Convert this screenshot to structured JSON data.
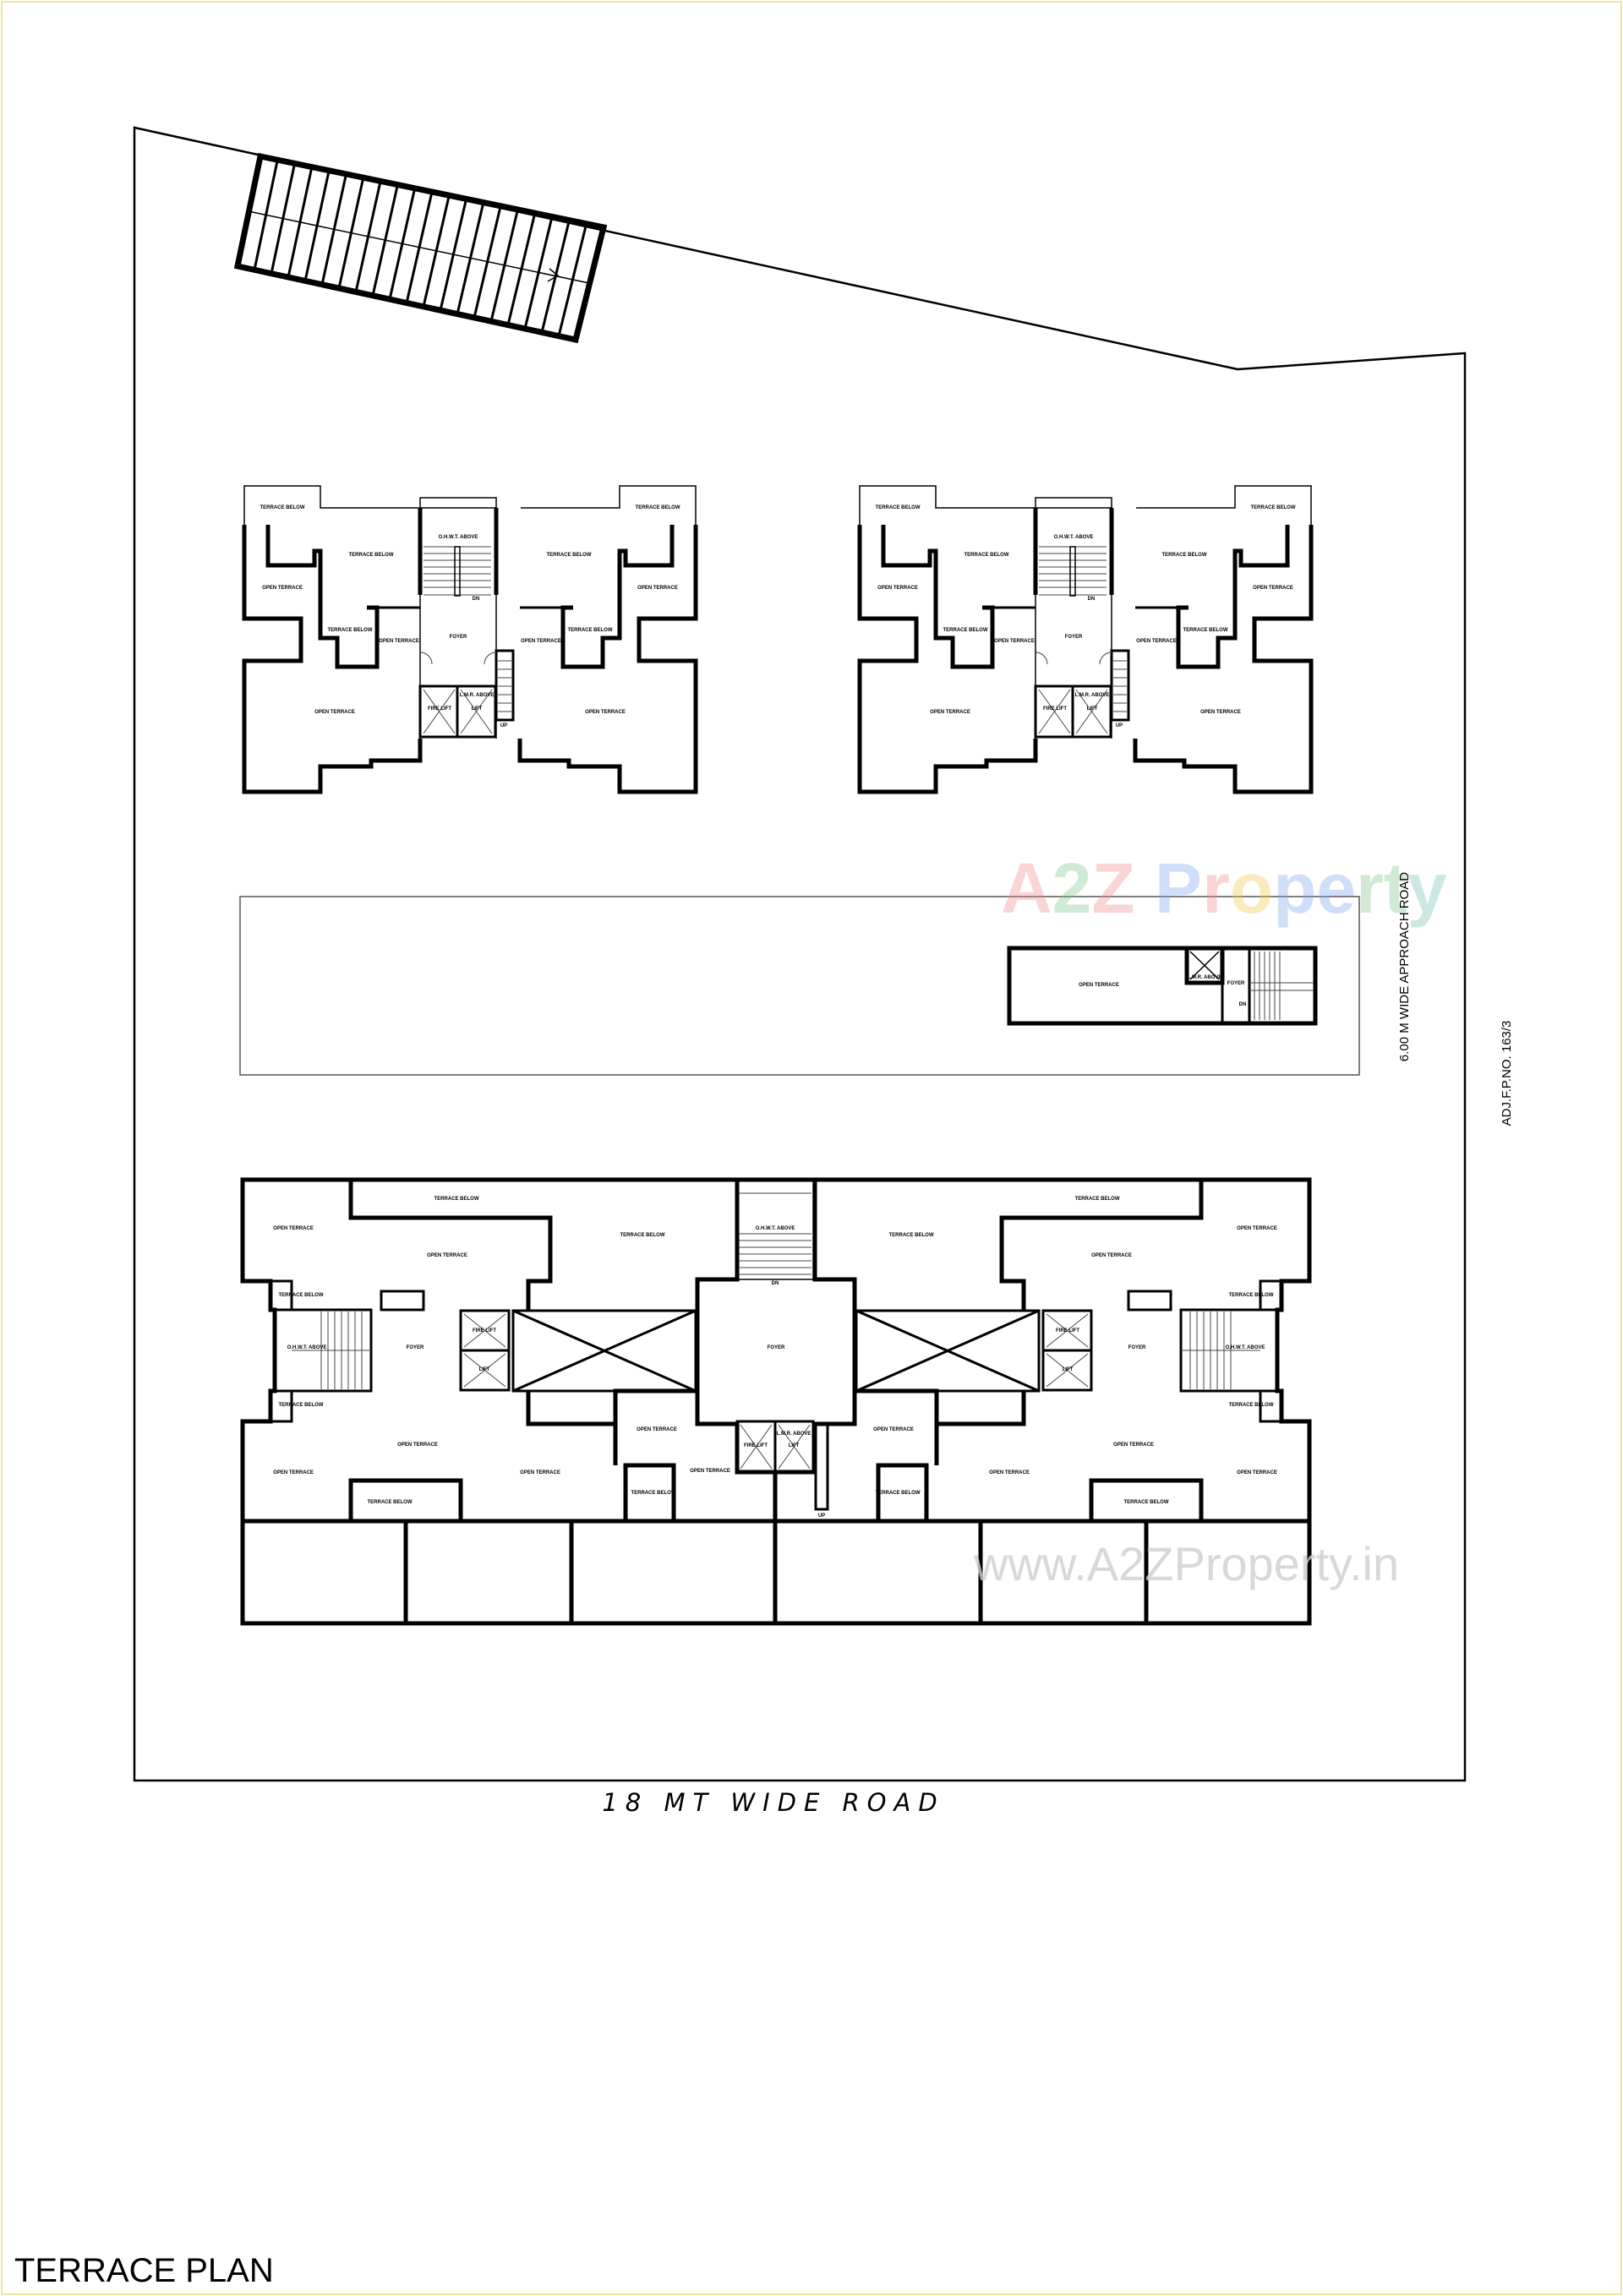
{
  "drawing": {
    "title": "TERRACE PLAN",
    "road_label": "18 MT WIDE ROAD",
    "approach_road": "6.00 M WIDE APPROACH ROAD",
    "adjacent_plot": "ADJ.F.P.NO. 163/3"
  },
  "labels": {
    "terrace_below": "TERRACE BELOW",
    "open_terrace": "OPEN TERRACE",
    "foyer": "FOYER",
    "ohwt_above": "O.H.W.T. ABOVE",
    "fire_lift": "FIRE LIFT",
    "lift": "LIFT",
    "lmr_above": "L.M.R. ABOVE",
    "dn": "DN",
    "up": "UP"
  },
  "watermark": {
    "logo": "A2Z Property",
    "url": "www.A2ZProperty.in",
    "letter_colors": [
      "#f08a8a",
      "#7cc48a",
      "#f08a8a",
      "#ffffff",
      "#7aa6ee",
      "#f08a8a",
      "#f4c542",
      "#7aa6ee",
      "#7aa6ee",
      "#7cc48a",
      "#7cc48a",
      "#6cc0b0"
    ]
  },
  "colors": {
    "lines": "#000000",
    "page_border": "#ece79a"
  }
}
